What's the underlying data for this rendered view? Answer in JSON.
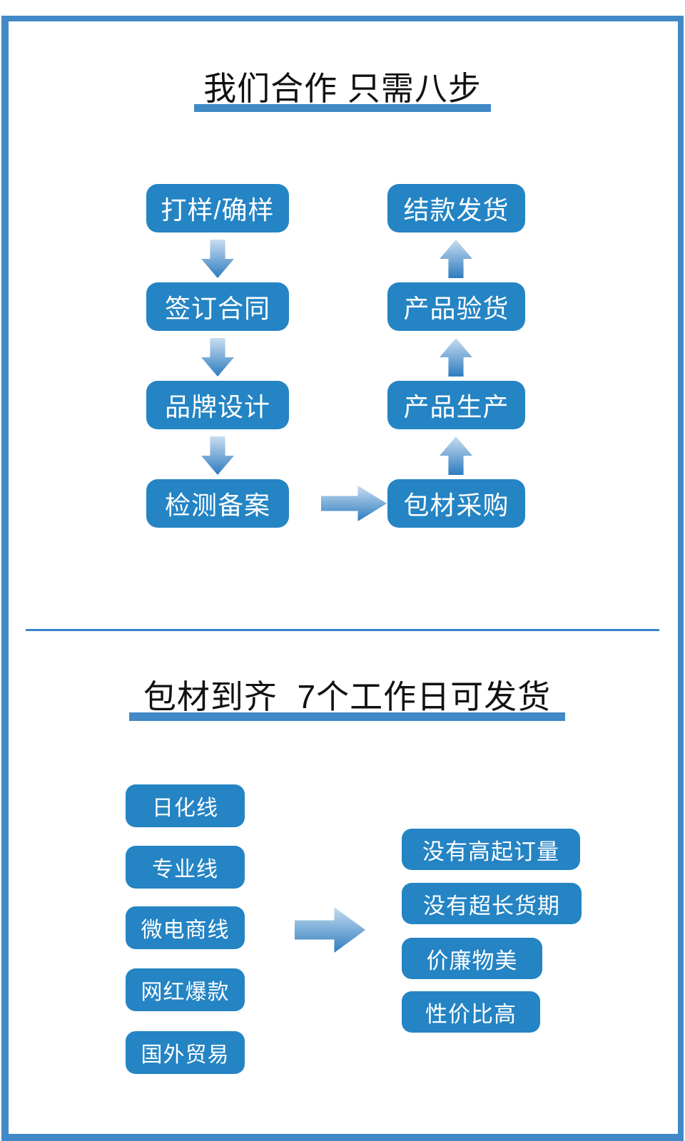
{
  "colors": {
    "box_blue": "#2484c4",
    "frame_blue": "#4189c7",
    "divider_blue": "#3a84c6",
    "arrow_gradient_light": "#c8ddf0",
    "arrow_gradient_dark": "#2d7cbf",
    "title_text": "#111111",
    "box_text": "#ffffff"
  },
  "section1": {
    "title": "我们合作 只需八步",
    "left_steps": [
      "打样/确样",
      "签订合同",
      "品牌设计",
      "检测备案"
    ],
    "right_steps": [
      "结款发货",
      "产品验货",
      "产品生产",
      "包材采购"
    ]
  },
  "section2": {
    "title": "包材到齐  7个工作日可发货",
    "product_lines": [
      "日化线",
      "专业线",
      "微电商线",
      "网红爆款",
      "国外贸易"
    ],
    "benefits": [
      "没有高起订量",
      "没有超长货期",
      "价廉物美",
      "性价比高"
    ]
  }
}
